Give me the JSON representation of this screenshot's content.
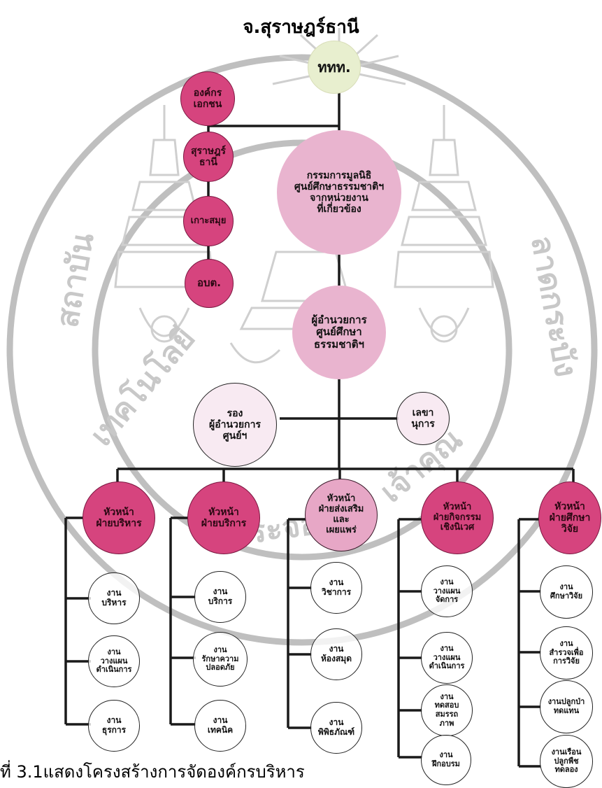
{
  "title": "จ.สุราษฎร์ธานี",
  "caption": "ที่ 3.1แสดงโครงสร้างการจัดองค์กรบริหาร",
  "nodes": {
    "ttt": "ททท.",
    "private_org": "องค์กร\nเอกชน",
    "surat": "สุราษฎร์\nธานี",
    "koh_samui": "เกาะสมุย",
    "obt": "อบต.",
    "committee": "กรรมการมูลนิธิ\nศูนย์ศึกษาธรรมชาติฯ\nจากหน่วยงาน\nที่เกี่ยวข้อง",
    "director": "ผู้อำนวยการ\nศูนย์ศึกษา\nธรรมชาติฯ",
    "deputy": "รอง\nผู้อำนวยการ\nศูนย์ฯ",
    "secretary": "เลขา\nนุการ"
  },
  "heads": [
    {
      "label": "หัวหน้า\nฝ่ายบริหาร",
      "units": [
        "งาน\nบริหาร",
        "งาน\nวางแผน\nดำเนินการ",
        "งาน\nธุรการ"
      ]
    },
    {
      "label": "หัวหน้า\nฝ่ายบริการ",
      "units": [
        "งาน\nบริการ",
        "งาน\nรักษาความ\nปลอดภัย",
        "งาน\nเทคนิค"
      ]
    },
    {
      "label": "หัวหน้า\nฝ่ายส่งเสริม\nและ\nเผยแพร่",
      "units": [
        "งาน\nวิชาการ",
        "งาน\nห้องสมุด",
        "งาน\nพิพิธภัณฑ์"
      ]
    },
    {
      "label": "หัวหน้า\nฝ่ายกิจกรรม\nเชิงนิเวศ",
      "units": [
        "งาน\nวางแผน\nจัดการ",
        "งาน\nวางแผน\nดำเนินการ",
        "งาน\nทดสอบ\nสมรรถ\nภาพ",
        "งาน\nฝึกอบรม"
      ]
    },
    {
      "label": "หัวหน้า\nฝ่ายศึกษา\nวิจัย",
      "units": [
        "งาน\nศึกษาวิจัย",
        "งาน\nสำรวจเพื่อ\nการวิจัย",
        "งานปลูกป่า\nทดแทน",
        "งานเรือน\nปลูกพืช\nทดลอง"
      ]
    }
  ],
  "watermark": {
    "left_text": "สถาบันเทคโนโลยีพระจอมเกล้าเจ้าคุณทหาร",
    "right_text": "ลาดกระบัง"
  },
  "colors": {
    "magenta": "#d6447e",
    "pink": "#e9b4cf",
    "green": "#e8efcf",
    "line": "#1a1a1a",
    "watermark": "#bdbdbd"
  }
}
